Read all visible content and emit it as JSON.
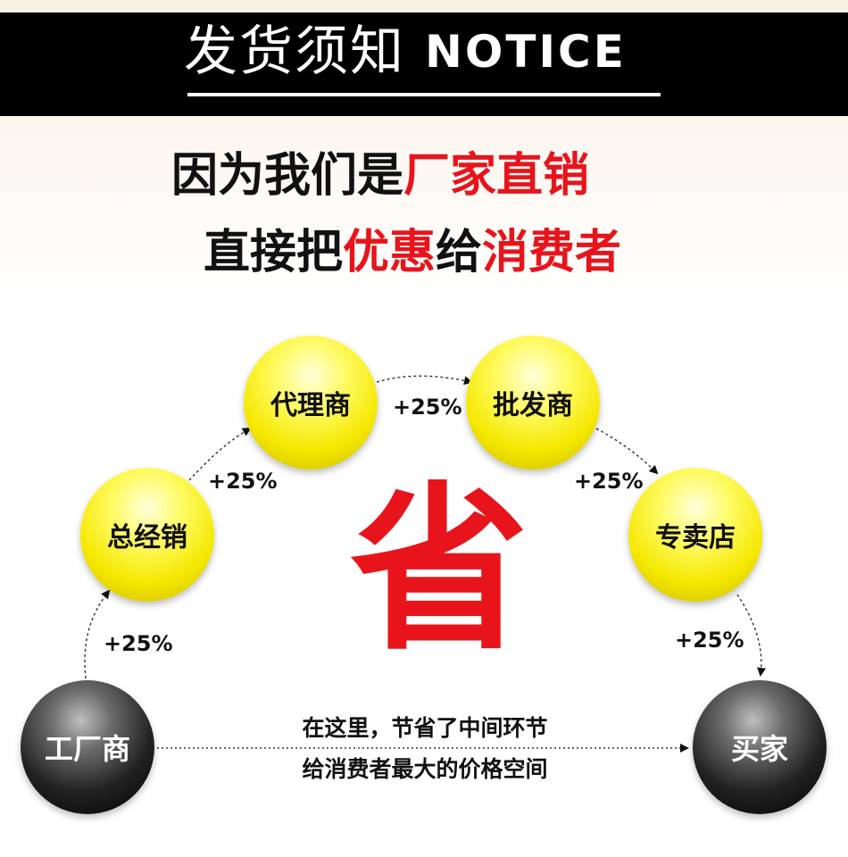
{
  "header": {
    "title_cn": "发货须知",
    "title_en": "NOTICE"
  },
  "tagline": {
    "line1_black": "因为我们是",
    "line1_red": "厂家直销",
    "line2_black1": "直接把",
    "line2_red1": "优惠",
    "line2_black2": "给",
    "line2_red2": "消费者"
  },
  "center_char": "省",
  "chain": {
    "nodes": {
      "factory": "工厂商",
      "distributor": "总经销",
      "agent": "代理商",
      "wholesaler": "批发商",
      "store": "专卖店",
      "buyer": "买家"
    },
    "markup": "+25%"
  },
  "note": {
    "line1": "在这里，节省了中间环节",
    "line2": "给消费者最大的价格空间"
  },
  "colors": {
    "accent_red": "#e8141b",
    "header_black": "#000000",
    "node_yellow": "#f5e800",
    "node_black": "#000000"
  }
}
